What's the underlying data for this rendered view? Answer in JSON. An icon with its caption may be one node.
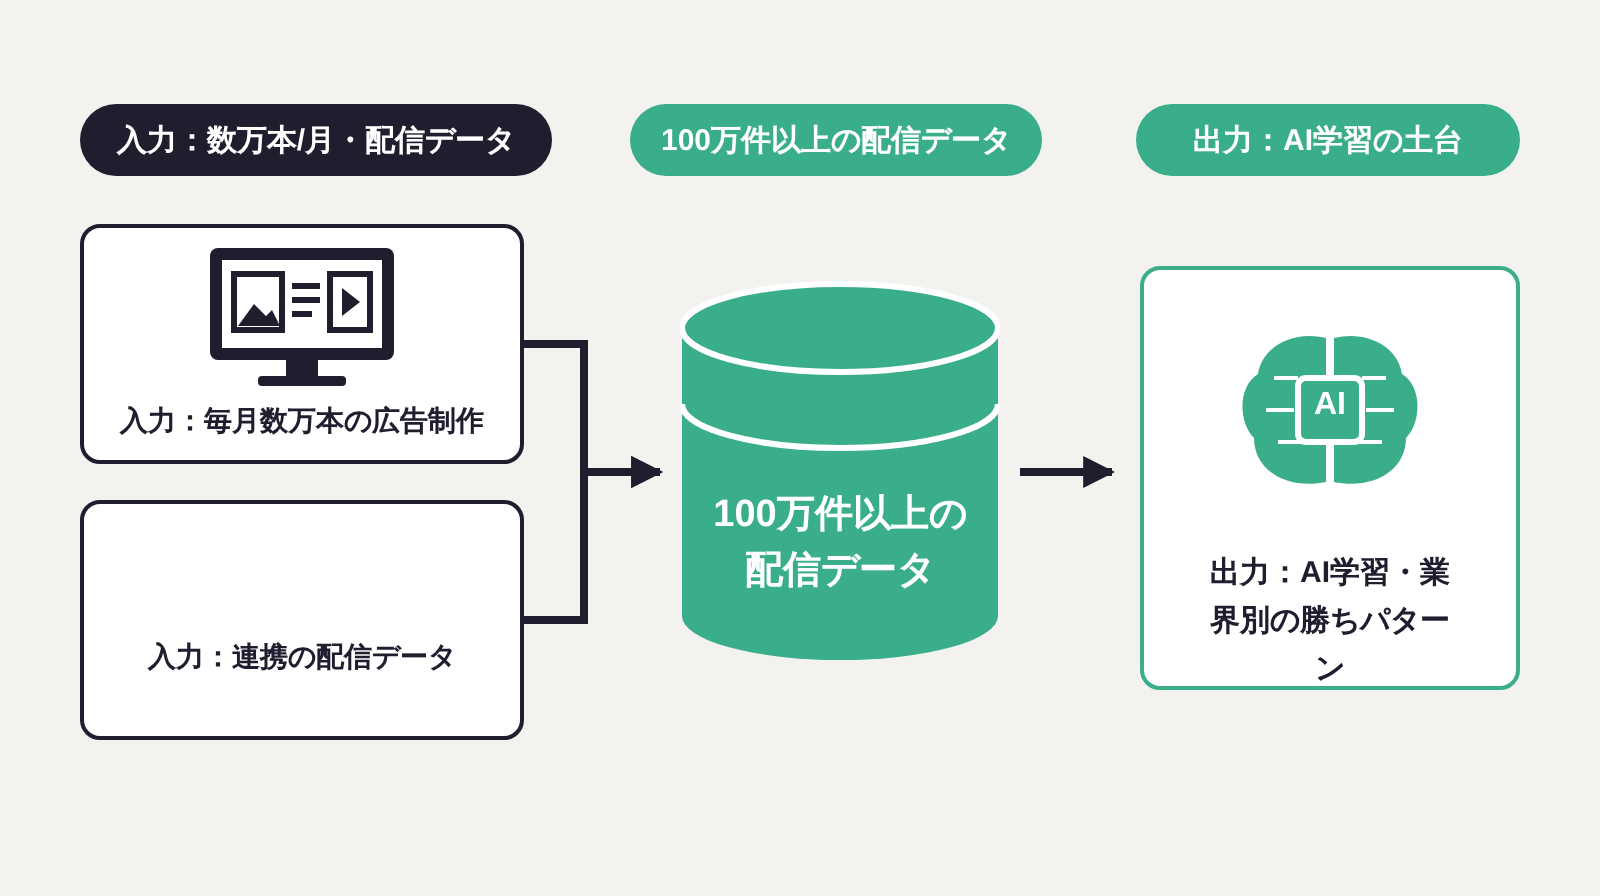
{
  "diagram": {
    "nodes": [
      {
        "text": [
          "入力：数万本/月・配信データ"
        ]
      },
      {
        "text": [
          "100万件以上の配信データ"
        ]
      },
      {
        "text": [
          "出力：AI学習の土台"
        ]
      },
      {
        "text": [
          "入力：毎月数万本の広告制作"
        ]
      },
      {
        "text": [
          "入力：連携の配信データ"
        ]
      },
      {
        "text": [
          "100万件以上の配信データ"
        ]
      },
      {
        "text": [
          "AI",
          "出力：AI学習・業界別の勝ちパターン"
        ]
      }
    ],
    "edges": [
      {
        "from": 3,
        "to": 5,
        "arrow": "to"
      },
      {
        "from": 4,
        "to": 5,
        "arrow": "to"
      },
      {
        "from": 5,
        "to": 6,
        "arrow": "to"
      }
    ]
  }
}
